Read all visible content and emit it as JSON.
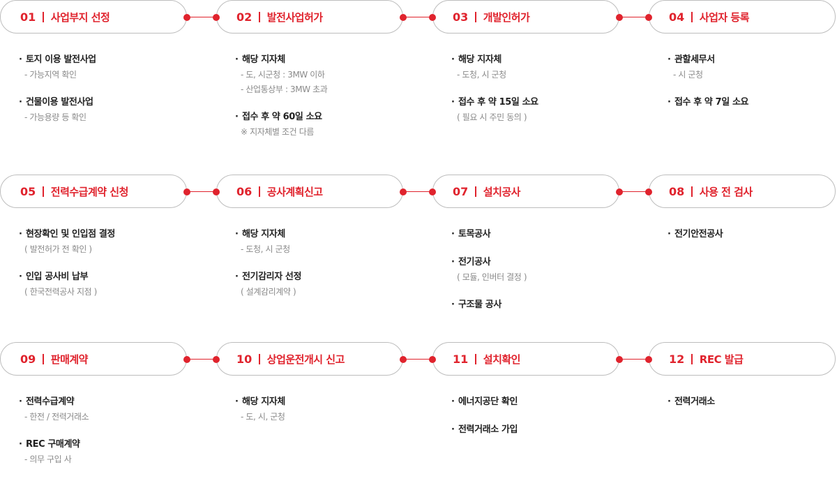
{
  "steps": [
    {
      "num": "01",
      "title": "사업부지 선정",
      "items": [
        {
          "main": "토지 이용 발전사업",
          "subs": [
            "- 가능지역 확인"
          ]
        },
        {
          "main": "건물이용 발전사업",
          "subs": [
            "- 가능용량 등 확인"
          ]
        }
      ]
    },
    {
      "num": "02",
      "title": "발전사업허가",
      "items": [
        {
          "main": "해당 지자체",
          "subs": [
            "- 도, 시군청 : 3MW 이하",
            "- 산업통상부 : 3MW 초과"
          ]
        },
        {
          "main": "접수 후 약 60일 소요",
          "subs": [
            "※ 지자체별 조건 다름"
          ]
        }
      ]
    },
    {
      "num": "03",
      "title": "개발인허가",
      "items": [
        {
          "main": "해당 지자체",
          "subs": [
            "- 도청, 시 군청"
          ]
        },
        {
          "main": "접수 후 약 15일 소요",
          "subs": [
            "( 필요 시 주민 동의 )"
          ]
        }
      ]
    },
    {
      "num": "04",
      "title": "사업자 등록",
      "items": [
        {
          "main": "관할세무서",
          "subs": [
            "- 시 군청"
          ]
        },
        {
          "main": "접수 후 약 7일 소요",
          "subs": []
        }
      ]
    },
    {
      "num": "05",
      "title": "전력수급계약 신청",
      "items": [
        {
          "main": "현장확인 및 인입점 결정",
          "subs": [
            "( 발전허가 전 확인 )"
          ]
        },
        {
          "main": "인입 공사비 납부",
          "subs": [
            "( 한국전력공사 지점 )"
          ]
        }
      ]
    },
    {
      "num": "06",
      "title": "공사계획신고",
      "items": [
        {
          "main": "해당 지자체",
          "subs": [
            "- 도청, 시 군청"
          ]
        },
        {
          "main": "전기감리자 선정",
          "subs": [
            "( 설계감리계약 )"
          ]
        }
      ]
    },
    {
      "num": "07",
      "title": "설치공사",
      "items": [
        {
          "main": "토목공사",
          "subs": []
        },
        {
          "main": "전기공사",
          "subs": [
            "( 모듈, 인버터 결정 )"
          ]
        },
        {
          "main": "구조물 공사",
          "subs": []
        }
      ]
    },
    {
      "num": "08",
      "title": "사용 전 검사",
      "items": [
        {
          "main": "전기안전공사",
          "subs": []
        }
      ]
    },
    {
      "num": "09",
      "title": "판매계약",
      "items": [
        {
          "main": "전력수급계약",
          "subs": [
            "- 한전 / 전력거래소"
          ]
        },
        {
          "main": "REC 구매계약",
          "subs": [
            "- 의무 구입 사"
          ]
        }
      ]
    },
    {
      "num": "10",
      "title": "상업운전개시 신고",
      "items": [
        {
          "main": "해당 지자체",
          "subs": [
            "- 도, 시, 군청"
          ]
        }
      ]
    },
    {
      "num": "11",
      "title": "설치확인",
      "items": [
        {
          "main": "에너지공단 확인",
          "subs": []
        },
        {
          "main": "전력거래소 가입",
          "subs": []
        }
      ]
    },
    {
      "num": "12",
      "title": "REC 발급",
      "items": [
        {
          "main": "전력거래소",
          "subs": []
        }
      ]
    }
  ],
  "bullet": "·"
}
